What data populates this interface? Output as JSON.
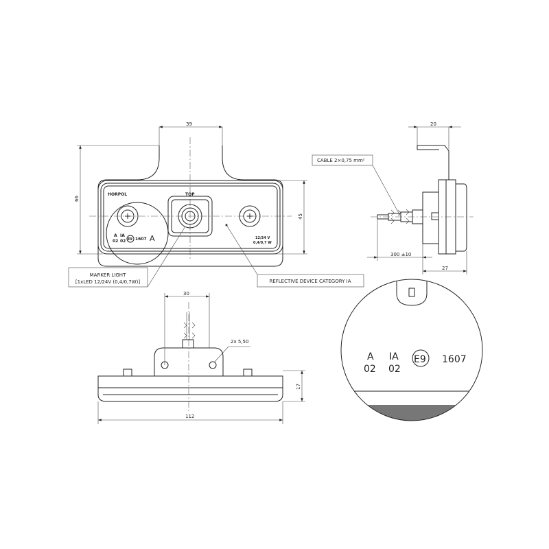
{
  "front_view": {
    "dim_width_top": "39",
    "dim_height_total": "66",
    "dim_height_body": "45",
    "brand": "HORPOL",
    "top_label": "TOP",
    "mark_a": "A",
    "mark_02a": "02",
    "mark_ia": "IA",
    "mark_02b": "02",
    "mark_e": "E9",
    "mark_num": "1607",
    "mark_big_a": "A",
    "voltage": "12/24 V",
    "power": "0,4/0,7 W"
  },
  "callouts": {
    "marker_light_line1": "MARKER LIGHT",
    "marker_light_line2": "[1xLED 12/24V (0,4/0,7W)]",
    "reflective": "REFLECTIVE DEVICE CATEGORY IA",
    "cable": "CABLE 2×0,75 mm²"
  },
  "side_view": {
    "dim_bracket": "20",
    "dim_cable": "300 ±10",
    "dim_depth": "27"
  },
  "bottom_view": {
    "dim_mount": "30",
    "dim_holes": "2x 5,50",
    "dim_height": "17",
    "dim_length": "112"
  },
  "detail": {
    "a": "A",
    "a_num": "02",
    "ia": "IA",
    "ia_num": "02",
    "e": "E9",
    "num": "1607"
  }
}
